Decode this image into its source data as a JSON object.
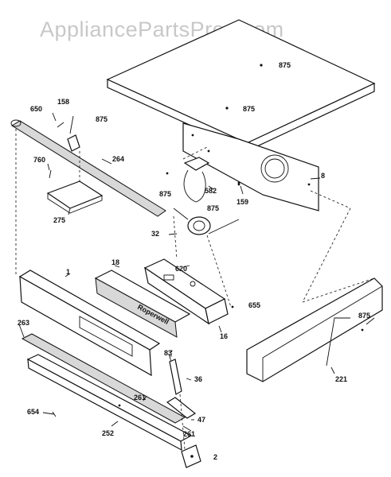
{
  "watermark": "AppliancePartsPros.com",
  "panel_brand": "Roperwell",
  "labels": {
    "l1": "1",
    "l2": "2",
    "l8": "8",
    "l16": "16",
    "l18": "18",
    "l32": "32",
    "l36": "36",
    "l47": "47",
    "l83": "83",
    "l158": "158",
    "l159": "159",
    "l221": "221",
    "l252": "252",
    "l261a": "261",
    "l261b": "261",
    "l263": "263",
    "l264": "264",
    "l275": "275",
    "l582": "582",
    "l620": "620",
    "l650": "650",
    "l654": "654",
    "l655": "655",
    "l760": "760",
    "l875a": "875",
    "l875b": "875",
    "l875c": "875",
    "l875d": "875",
    "l875e": "875",
    "l875f": "875"
  }
}
